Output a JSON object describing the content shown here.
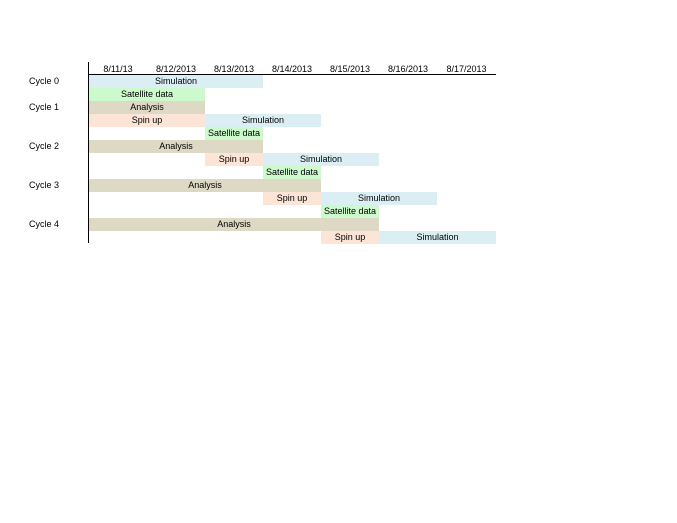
{
  "colors": {
    "Simulation": "#dbeef3",
    "Satellite data": "#ccfacc",
    "Analysis": "#ddd9c4",
    "Spin up": "#fce4d6"
  },
  "dates": [
    "8/11/13",
    "8/12/2013",
    "8/13/2013",
    "8/14/2013",
    "8/15/2013",
    "8/16/2013",
    "8/17/2013"
  ],
  "cycles": [
    {
      "label": "Cycle 0",
      "row": 0
    },
    {
      "label": "Cycle 1",
      "row": 2
    },
    {
      "label": "Cycle 2",
      "row": 5
    },
    {
      "label": "Cycle 3",
      "row": 8
    },
    {
      "label": "Cycle 4",
      "row": 11
    }
  ],
  "tasks": [
    {
      "label": "Simulation",
      "row": 0,
      "start": 0,
      "end": 3
    },
    {
      "label": "Satellite data",
      "row": 1,
      "start": 0,
      "end": 2
    },
    {
      "label": "Analysis",
      "row": 2,
      "start": 0,
      "end": 2
    },
    {
      "label": "Spin up",
      "row": 3,
      "start": 0,
      "end": 2
    },
    {
      "label": "Simulation",
      "row": 3,
      "start": 2,
      "end": 4
    },
    {
      "label": "Satellite data",
      "row": 4,
      "start": 2,
      "end": 3
    },
    {
      "label": "Analysis",
      "row": 5,
      "start": 0,
      "end": 3
    },
    {
      "label": "Spin up",
      "row": 6,
      "start": 2,
      "end": 3
    },
    {
      "label": "Simulation",
      "row": 6,
      "start": 3,
      "end": 5
    },
    {
      "label": "Satellite data",
      "row": 7,
      "start": 3,
      "end": 4
    },
    {
      "label": "Analysis",
      "row": 8,
      "start": 0,
      "end": 4
    },
    {
      "label": "Spin up",
      "row": 9,
      "start": 3,
      "end": 4
    },
    {
      "label": "Simulation",
      "row": 9,
      "start": 4,
      "end": 6
    },
    {
      "label": "Satellite data",
      "row": 10,
      "start": 4,
      "end": 5
    },
    {
      "label": "Analysis",
      "row": 11,
      "start": 0,
      "end": 5
    },
    {
      "label": "Spin up",
      "row": 12,
      "start": 4,
      "end": 5
    },
    {
      "label": "Simulation",
      "row": 12,
      "start": 5,
      "end": 7
    }
  ]
}
